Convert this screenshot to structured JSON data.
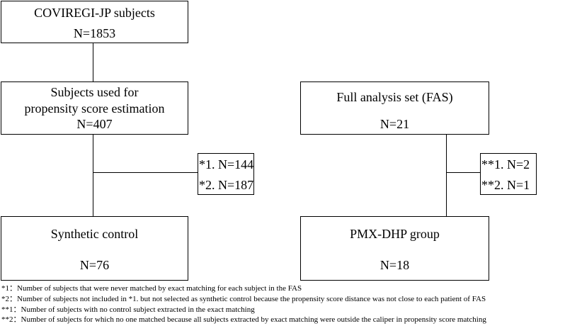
{
  "left": {
    "covid": {
      "title": "COVIREGI-JP subjects",
      "n": "N=1853"
    },
    "propensity": {
      "line1": "Subjects used for",
      "line2": "propensity score estimation",
      "n": "N=407"
    },
    "excluded": {
      "item1": "*1.  N=144",
      "item2": "*2.  N=187"
    },
    "synthetic": {
      "title": "Synthetic control",
      "n": "N=76"
    }
  },
  "right": {
    "fas": {
      "title": "Full analysis set (FAS)",
      "n": "N=21"
    },
    "excluded": {
      "item1": "**1.  N=2",
      "item2": "**2.  N=1"
    },
    "pmx": {
      "title": "PMX-DHP group",
      "n": "N=18"
    }
  },
  "footnotes": [
    "*1：Number of subjects that were never matched by exact matching for each subject in the FAS",
    "*2：Number of subjects not included in *1. but not selected as synthetic control because the propensity score distance was not close to each patient of FAS",
    "**1：Number of subjects with no control subject extracted in the exact matching",
    "**2：Number of subjects for which no one matched because all subjects extracted by exact matching were outside the caliper in propensity score matching"
  ]
}
